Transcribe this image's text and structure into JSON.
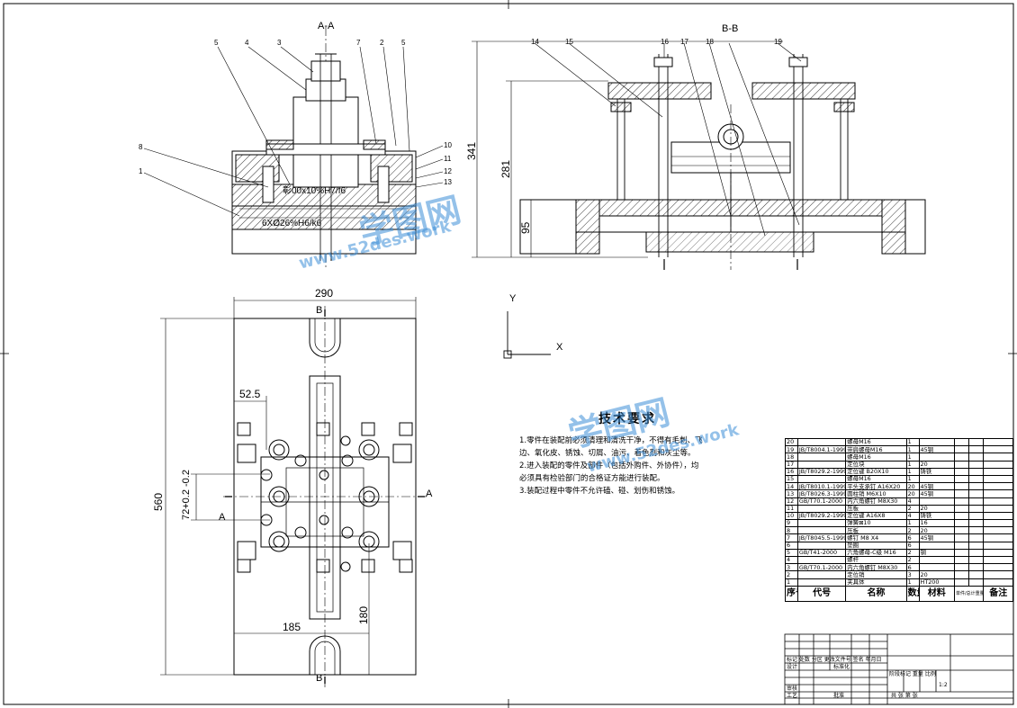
{
  "views": {
    "section_aa": "A-A",
    "section_bb": "B-B",
    "label_b_top": "B",
    "label_b_bottom": "B",
    "label_a_left": "A",
    "label_a_right": "A"
  },
  "dimensions": {
    "width_290": "290",
    "height_560": "560",
    "d_52_5": "52.5",
    "d_72": "72+0.2 -0.2",
    "d_185": "185",
    "d_180": "180",
    "d_341": "341",
    "d_281": "281",
    "d_95": "95",
    "fit_1": "彰00x10%H7/f6",
    "fit_2": "6XØ26%H6/k6"
  },
  "axis": {
    "y": "Y",
    "x": "X"
  },
  "leaders_aa": [
    "5",
    "4",
    "3",
    "7",
    "2",
    "5",
    "8",
    "1",
    "10",
    "11",
    "12",
    "13"
  ],
  "leaders_bb": [
    "14",
    "15",
    "16",
    "17",
    "18",
    "19"
  ],
  "tech_requirements": {
    "title": "技术要求",
    "items": [
      "1.零件在装配前必须清理和清洗干净，不得有毛刺、飞",
      "边、氧化皮、锈蚀、切屑、油污、着色剂和灰尘等。",
      "2.进入装配的零件及部件（包括外购件、外协件），均",
      "必须具有检验部门的合格证方能进行装配。",
      "3.装配过程中零件不允许磕、碰、划伤和锈蚀。"
    ]
  },
  "bom": {
    "rows": [
      [
        "20",
        "",
        "螺母M16",
        "1",
        "",
        ""
      ],
      [
        "19",
        "JB/T8004.1-1999",
        "带肩螺母M16",
        "1",
        "45钢",
        ""
      ],
      [
        "18",
        "",
        "螺母M16",
        "1",
        "",
        ""
      ],
      [
        "17",
        "",
        "定位块",
        "1",
        "20",
        ""
      ],
      [
        "16",
        "JB/T8029.2-1999",
        "定位键 B20X10",
        "1",
        "铸铁",
        ""
      ],
      [
        "15",
        "",
        "螺母M16",
        "1",
        "",
        ""
      ],
      [
        "14",
        "JB/T8010.1-1999",
        "平头支承钉 A16X20",
        "20",
        "45钢",
        ""
      ],
      [
        "13",
        "JB/T8026.3-1999",
        "圆柱销 M6X10",
        "20",
        "45钢",
        ""
      ],
      [
        "12",
        "GB/T70.1-2000",
        "内六角螺钉 M8X30",
        "4",
        "",
        ""
      ],
      [
        "11",
        "",
        "压板",
        "2",
        "20",
        ""
      ],
      [
        "10",
        "JB/T8029.2-1999",
        "定位键 A16X8",
        "4",
        "铸铁",
        ""
      ],
      [
        "9",
        "",
        "弹簧⊠10",
        "1",
        "16",
        ""
      ],
      [
        "8",
        "",
        "压板",
        "2",
        "20",
        ""
      ],
      [
        "7",
        "JB/T8045.5-1999",
        "螺钉 M8 X4",
        "6",
        "45钢",
        ""
      ],
      [
        "6",
        "",
        "垫圈",
        "6",
        "",
        ""
      ],
      [
        "5",
        "GB/T41-2000",
        "六角螺母-C级 M16",
        "2",
        "钢",
        ""
      ],
      [
        "4",
        "",
        "螺杆",
        "2",
        "",
        ""
      ],
      [
        "3",
        "GB/T70.1-2000",
        "内六角螺钉 M8X30",
        "6",
        "",
        ""
      ],
      [
        "2",
        "",
        "定位销",
        "3",
        "20",
        ""
      ],
      [
        "1",
        "",
        "夹具体",
        "1",
        "HT200",
        ""
      ]
    ],
    "header": [
      "序号",
      "代号",
      "名称",
      "数量",
      "材料",
      "单件/总计重量",
      "备注"
    ]
  },
  "title_block": {
    "r1": "标记 处数 分区 更改文件号 签名 年月日",
    "r2a": "设计",
    "r2b": "标准化",
    "r2c": "阶段标记 重量 比例",
    "scale": "1:2",
    "r3a": "审核",
    "r4a": "工艺",
    "r4b": "批准",
    "r4c": "共 张 第 张"
  },
  "watermark": {
    "brand": "学图网",
    "url_1": "www.52des.work",
    "url_2": "www.52des.work"
  }
}
